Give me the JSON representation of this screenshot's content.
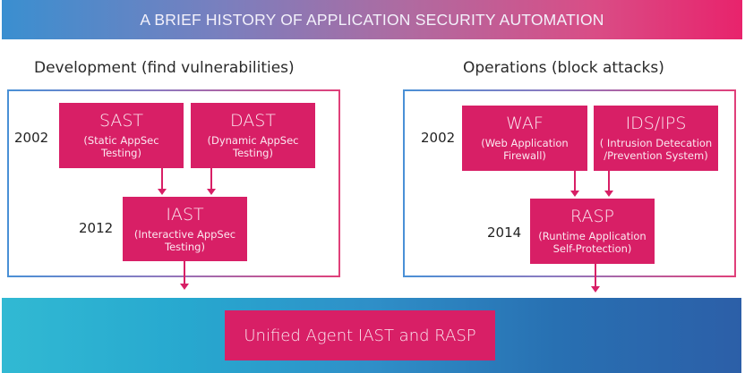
{
  "title": "A BRIEF HISTORY OF APPLICATION SECURITY AUTOMATION",
  "colors": {
    "accent": "#d81f66",
    "title_gradient_start": "#3a8fd0",
    "title_gradient_end": "#e8236c",
    "bottom_gradient_start": "#31b9d3",
    "bottom_gradient_end": "#2c5fa8"
  },
  "development": {
    "title": "Development (find vulnerabilities)",
    "boxes": [
      {
        "name": "SAST",
        "desc": "(Static AppSec\nTesting)",
        "year": "2002"
      },
      {
        "name": "DAST",
        "desc": "(Dynamic AppSec\nTesting)"
      },
      {
        "name": "IAST",
        "desc": "(Interactive AppSec\nTesting)",
        "year": "2012"
      }
    ]
  },
  "operations": {
    "title": "Operations (block attacks)",
    "boxes": [
      {
        "name": "WAF",
        "desc": "(Web Application\nFirewall)",
        "year": "2002"
      },
      {
        "name": "IDS/IPS",
        "desc": "( Intrusion Detecation\n/Prevention System)"
      },
      {
        "name": "RASP",
        "desc": "(Runtime Application\nSelf-Protection)",
        "year": "2014"
      }
    ]
  },
  "unified": {
    "label": "Unified Agent IAST and RASP"
  }
}
